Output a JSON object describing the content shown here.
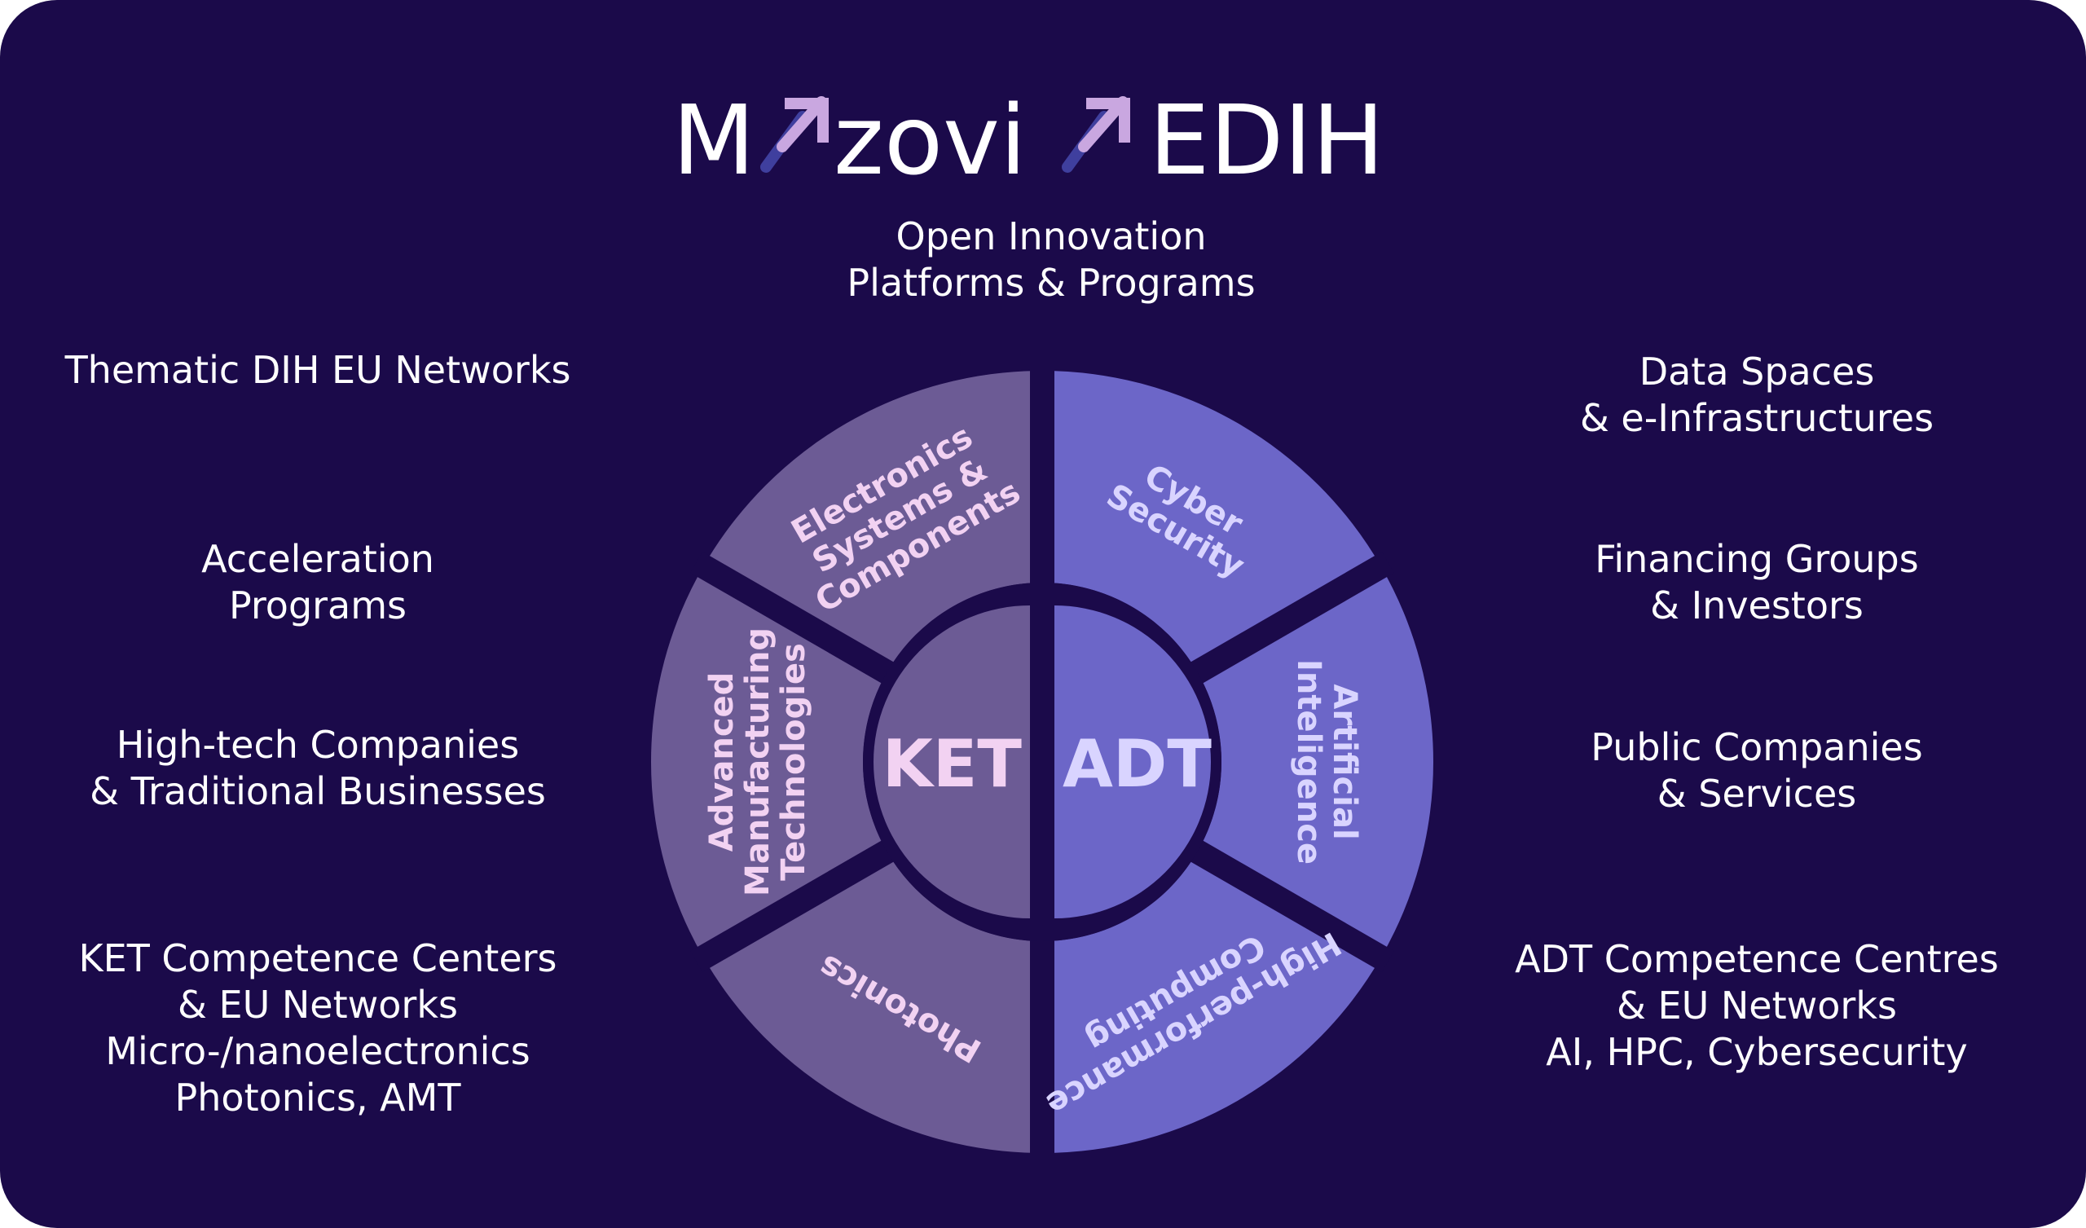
{
  "colors": {
    "background": "#1b0a4a",
    "ket_segment": "#6c5b95",
    "adt_segment": "#6c66c8",
    "ket_label": "#f2d2f2",
    "adt_label": "#d9d4ff",
    "logo_arrow_light": "#c9a7e0",
    "logo_arrow_dark": "#3f3f9e"
  },
  "logo": {
    "name": "Mazovia EDIH",
    "part1_m": "M",
    "part1_rest": "zovi",
    "part2": "EDIH"
  },
  "top_label": "Open Innovation\nPlatforms & Programs",
  "left_labels": [
    "Thematic DIH EU Networks",
    "Acceleration\nPrograms",
    "High-tech Companies\n& Traditional Businesses",
    "KET Competence Centers\n& EU Networks\nMicro-/nanoelectronics\nPhotonics, AMT"
  ],
  "right_labels": [
    "Data Spaces\n& e-Infrastructures",
    "Financing Groups\n& Investors",
    "Public Companies\n& Services",
    "ADT Competence Centres\n& EU Networks\nAI, HPC, Cybersecurity"
  ],
  "wheel": {
    "center_left": "KET",
    "center_right": "ADT",
    "segments": {
      "electronics": [
        "Electronics",
        "Systems &",
        "Components"
      ],
      "amt": [
        "Advanced",
        "Manufacturing",
        "Technologies"
      ],
      "photonics": [
        "Photonics"
      ],
      "cyber": [
        "Cyber",
        "Security"
      ],
      "ai": [
        "Artificial",
        "Inteligence"
      ],
      "hpc": [
        "High-performance",
        "Computing"
      ]
    }
  }
}
